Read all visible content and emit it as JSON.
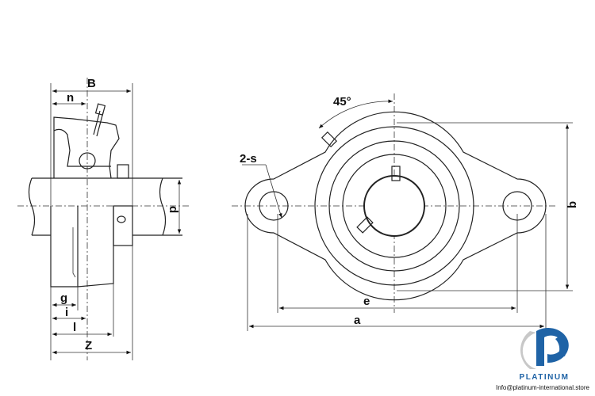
{
  "title": "Two-bolt flange bearing unit dimension drawing",
  "labels": {
    "B": "B",
    "n": "n",
    "d": "d",
    "g": "g",
    "i": "i",
    "l": "l",
    "Z": "Z",
    "angle": "45°",
    "holes": "2-s",
    "e": "e",
    "a": "a",
    "b": "b"
  },
  "brand": {
    "name": "PLATINUM",
    "email": "Info@platinum-international.store",
    "color_primary": "#1f63a6",
    "color_secondary": "#c8c8c8"
  }
}
